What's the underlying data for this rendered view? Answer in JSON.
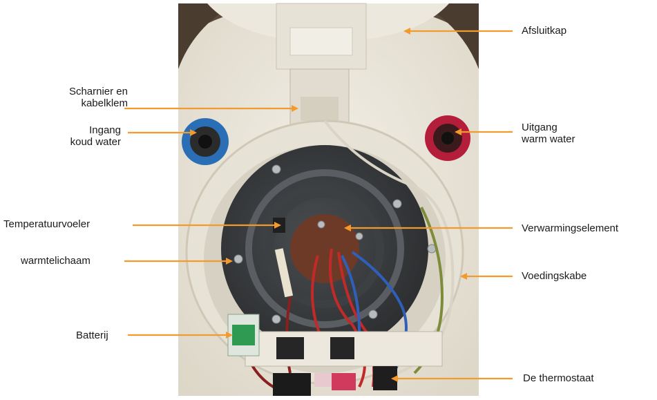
{
  "figure": {
    "subject": "Open electric water heater showing internal components",
    "labels": {
      "afsluitkap": "Afsluitkap",
      "scharnier_line1": "Scharnier en",
      "scharnier_line2": "kabelklem",
      "ingang_line1": "Ingang",
      "ingang_line2": "koud water",
      "uitgang_line1": "Uitgang",
      "uitgang_line2": "warm water",
      "temperatuurvoeler": "Temperatuurvoeler",
      "verwarmingselement": "Verwarmingselement",
      "warmtelichaam": "warmtelichaam",
      "voedingskabe": "Voedingskabe",
      "batterij": "Batterij",
      "thermostaat": "De thermostaat"
    },
    "colors": {
      "arrow": "#f29a2e",
      "text": "#1a1a1a",
      "cold_water": "#2a6fb5",
      "hot_water": "#b51e3a"
    }
  }
}
